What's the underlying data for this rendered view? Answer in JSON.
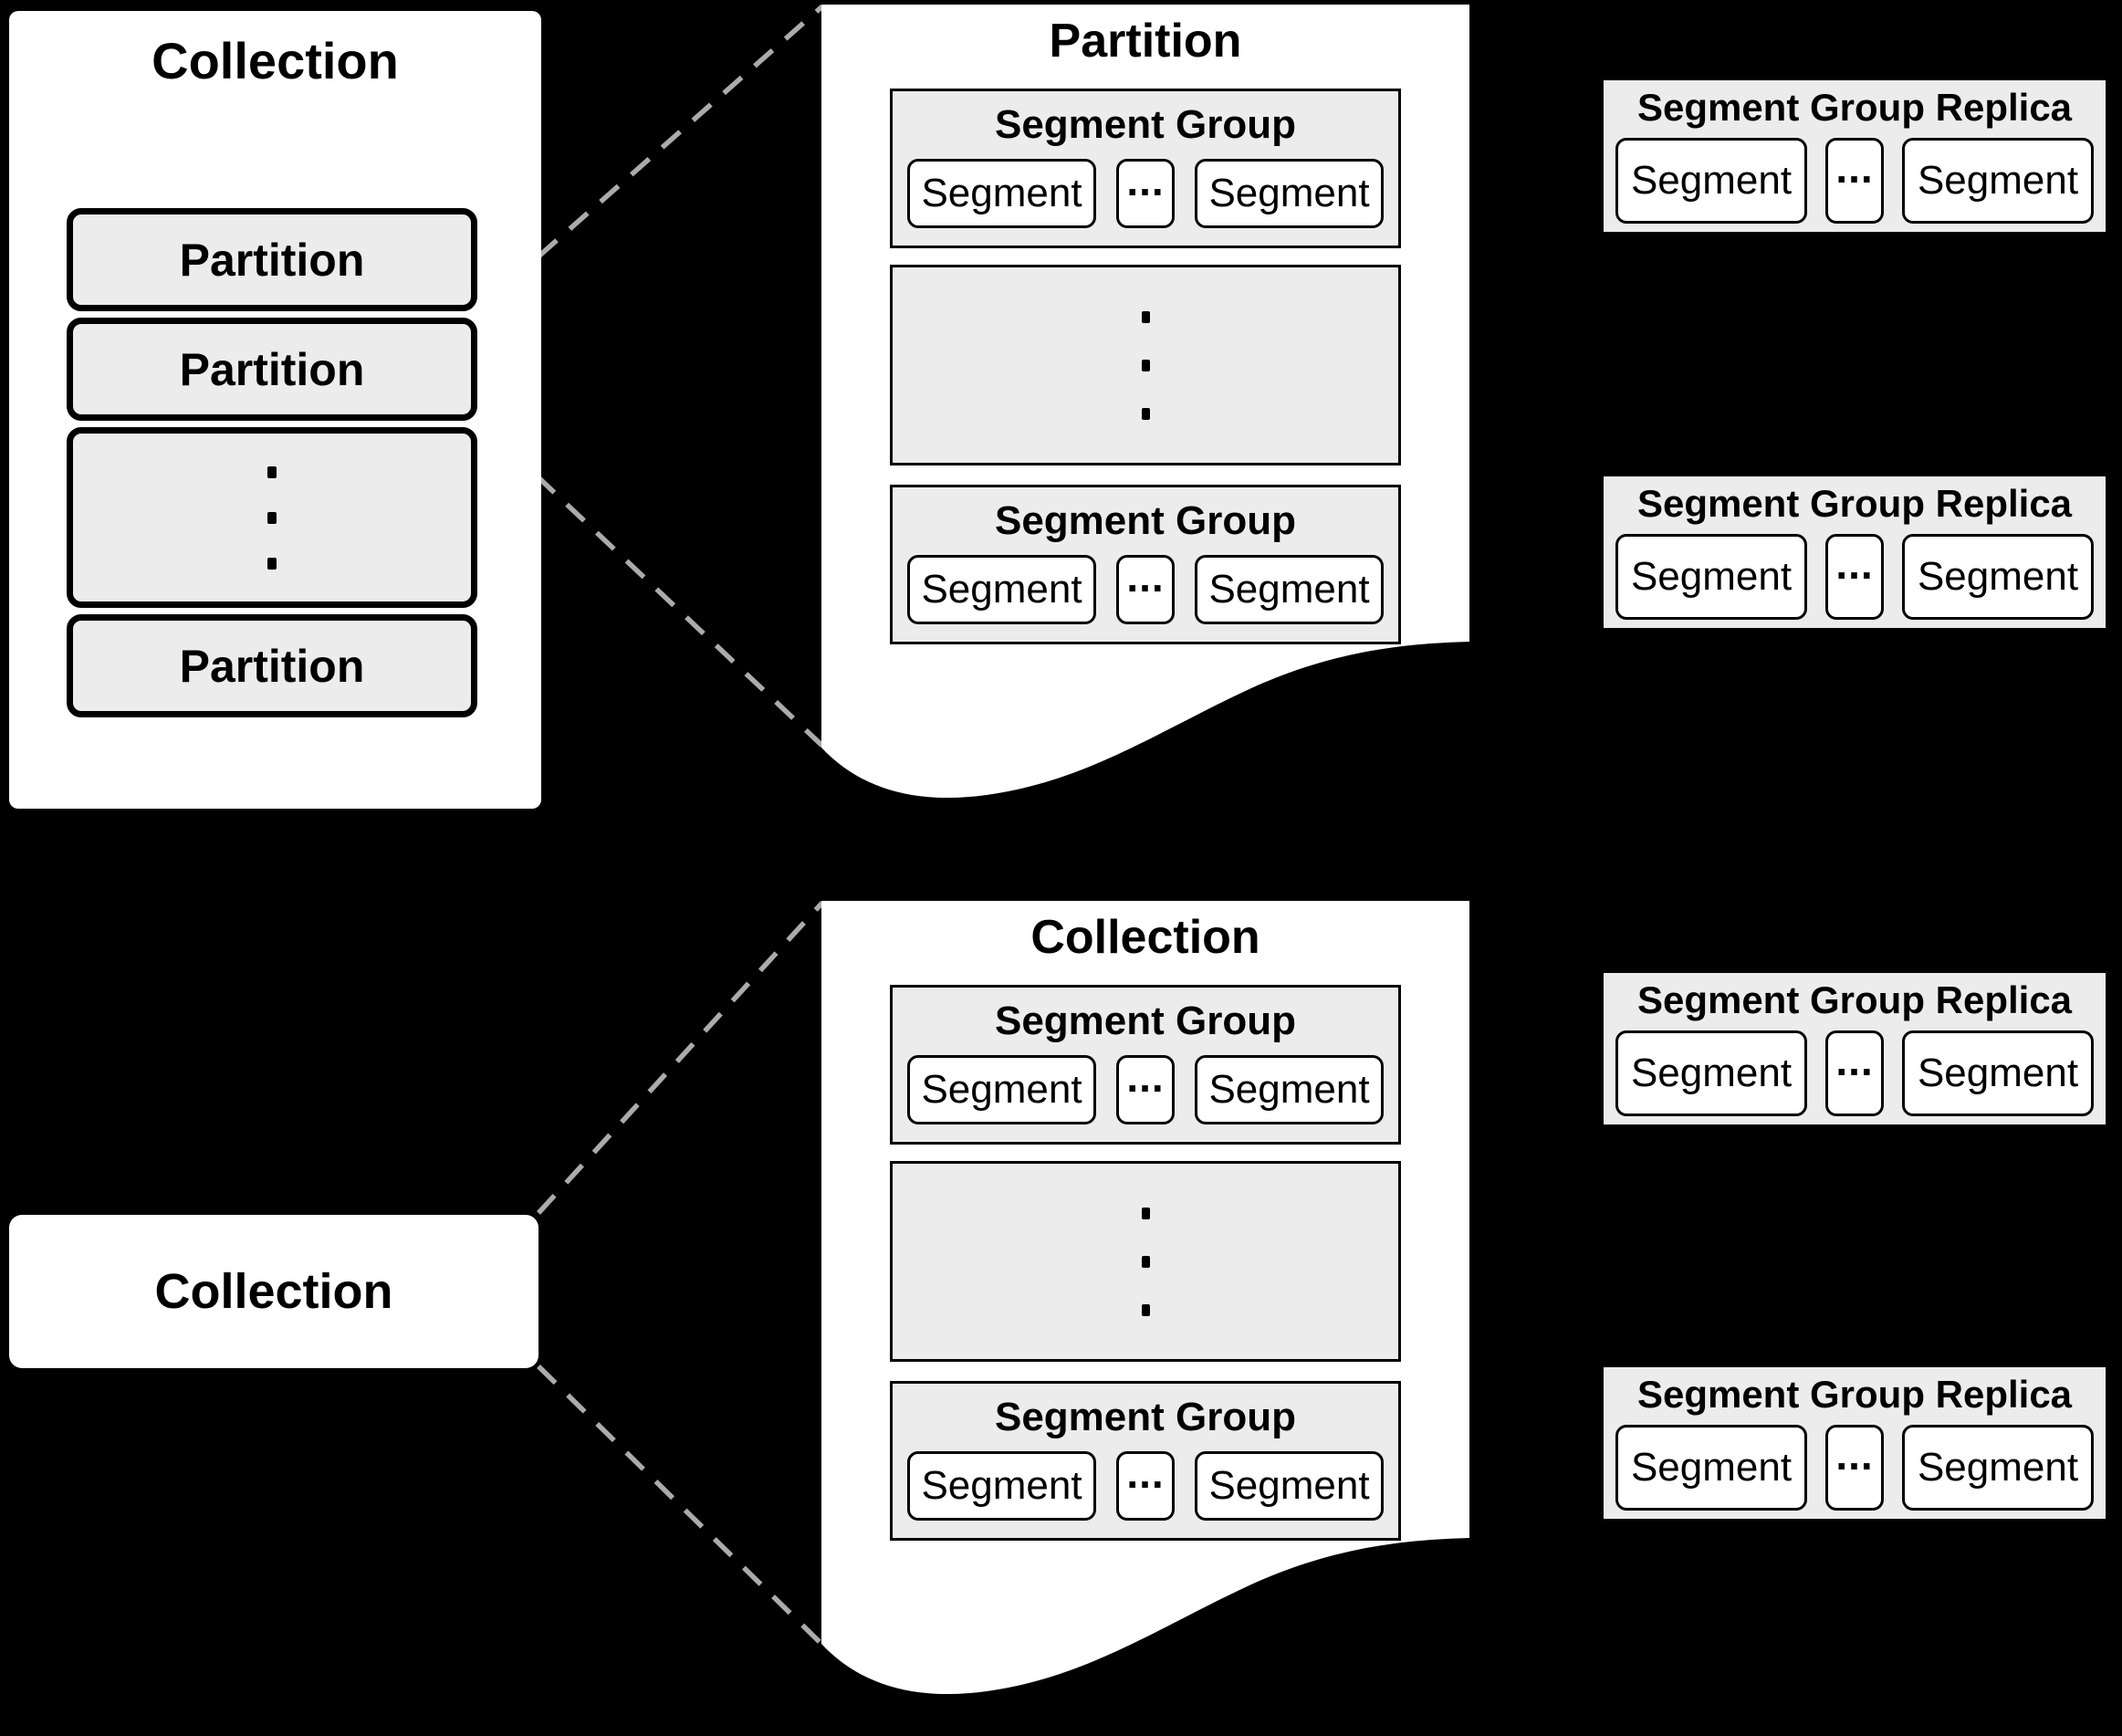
{
  "colors": {
    "background": "#000000",
    "panel_fill": "#ffffff",
    "inner_box_fill": "#ececec",
    "border": "#000000",
    "dashed_connector": "#ababab",
    "text": "#000000"
  },
  "icons": {
    "vertical_ellipsis_glyph": "⋮"
  },
  "top_left_collection": {
    "title": "Collection",
    "partitions": [
      {
        "label": "Partition"
      },
      {
        "label": "Partition"
      },
      {
        "label": "Partition"
      }
    ]
  },
  "top_middle_panel": {
    "title": "Partition",
    "segment_group_top": {
      "title": "Segment Group",
      "segment_left": "Segment",
      "ellipsis": "...",
      "segment_right": "Segment"
    },
    "segment_group_bottom": {
      "title": "Segment Group",
      "segment_left": "Segment",
      "ellipsis": "...",
      "segment_right": "Segment"
    }
  },
  "bottom_left_collection": {
    "title": "Collection"
  },
  "bottom_middle_panel": {
    "title": "Collection",
    "segment_group_top": {
      "title": "Segment Group",
      "segment_left": "Segment",
      "ellipsis": "...",
      "segment_right": "Segment"
    },
    "segment_group_bottom": {
      "title": "Segment Group",
      "segment_left": "Segment",
      "ellipsis": "...",
      "segment_right": "Segment"
    }
  },
  "replicas": [
    {
      "title": "Segment Group Replica",
      "segment_left": "Segment",
      "ellipsis": "...",
      "segment_right": "Segment"
    },
    {
      "title": "Segment Group Replica",
      "segment_left": "Segment",
      "ellipsis": "...",
      "segment_right": "Segment"
    },
    {
      "title": "Segment Group Replica",
      "segment_left": "Segment",
      "ellipsis": "...",
      "segment_right": "Segment"
    },
    {
      "title": "Segment Group Replica",
      "segment_left": "Segment",
      "ellipsis": "...",
      "segment_right": "Segment"
    }
  ]
}
